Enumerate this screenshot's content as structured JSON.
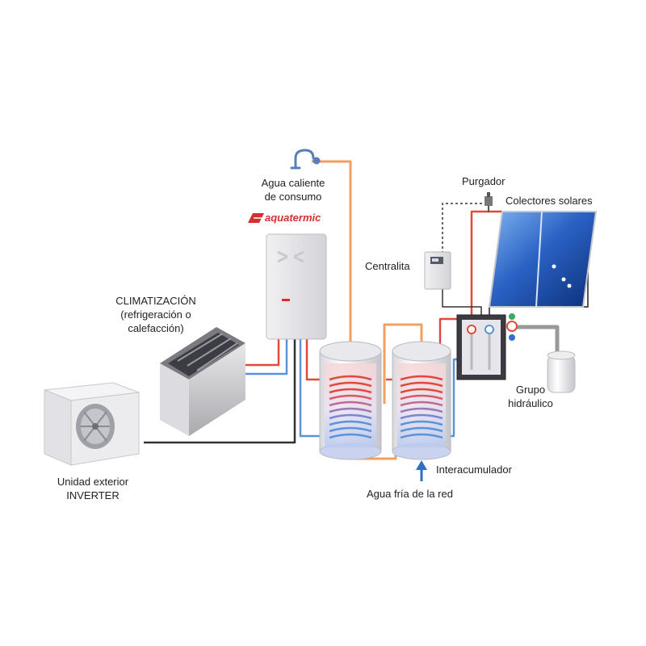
{
  "labels": {
    "dhw_line1": "Agua caliente",
    "dhw_line2": "de consumo",
    "brand": "aquatermic",
    "clim_line1": "CLIMATIZACIÓN",
    "clim_line2": "(refrigeración o",
    "clim_line3": "calefacción)",
    "outdoor_line1": "Unidad exterior",
    "outdoor_line2": "INVERTER",
    "controller": "Centralita",
    "purger": "Purgador",
    "collectors": "Colectores solares",
    "group_line1": "Grupo",
    "group_line2": "hidráulico",
    "tank": "Interacumulador",
    "cold_water": "Agua fría de la red"
  },
  "colors": {
    "hot": "#e04a3a",
    "cold": "#5b93d6",
    "dhw_pipe": "#f0a060",
    "electric": "#333333",
    "panel": "#1f4fa8"
  },
  "icons": [
    "tap-icon",
    "brand-logo-icon",
    "purger-icon",
    "cold-water-arrow-icon"
  ]
}
